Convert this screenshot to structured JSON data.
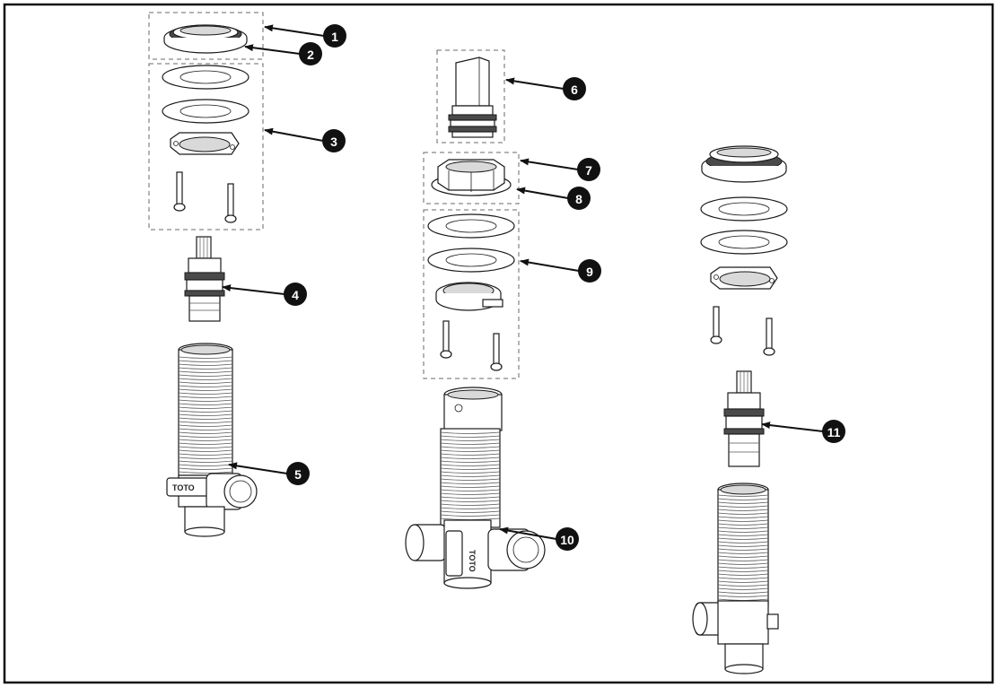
{
  "callouts": [
    "1",
    "2",
    "3",
    "4",
    "5",
    "6",
    "7",
    "8",
    "9",
    "10",
    "11"
  ],
  "brand_marks": {
    "valve_left": "TOTO",
    "valve_middle": "TOTO"
  },
  "colors": {
    "outline": "#1a1a1a",
    "callout_fill": "#111111",
    "background": "#ffffff",
    "group_border": "#6a6a6a"
  }
}
